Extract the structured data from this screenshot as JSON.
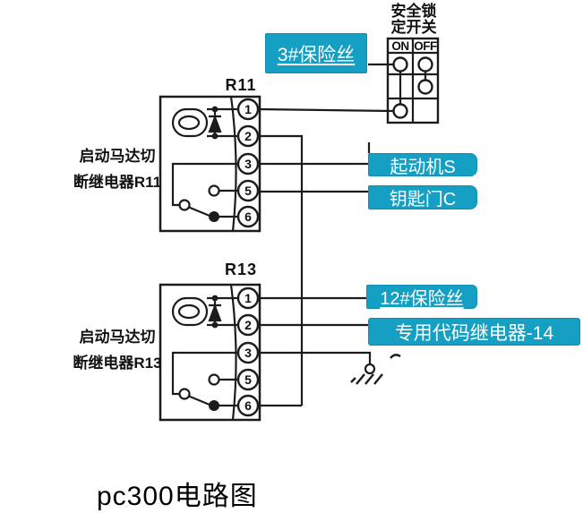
{
  "page": {
    "caption": "pc300电路图",
    "background": "#ffffff"
  },
  "colors": {
    "callout_bg": "#149fc3",
    "callout_text": "#ffffff",
    "line": "#1c1c1c"
  },
  "safety_switch": {
    "title_line1": "安全锁",
    "title_line2": "定开关",
    "columns": [
      "ON",
      "OFF"
    ]
  },
  "callouts": {
    "fuse3": "3#保险丝",
    "starter": "起动机S",
    "key_switch": "钥匙门C",
    "fuse12": "12#保险丝",
    "code_relay": "专用代码继电器-14"
  },
  "relays": [
    {
      "name": "R11",
      "desc_line1": "启动马达切",
      "desc_line2": "断继电器R11",
      "terminals": [
        "1",
        "2",
        "3",
        "5",
        "6"
      ]
    },
    {
      "name": "R13",
      "desc_line1": "启动马达切",
      "desc_line2": "断继电器R13",
      "terminals": [
        "1",
        "2",
        "3",
        "5",
        "6"
      ]
    }
  ]
}
